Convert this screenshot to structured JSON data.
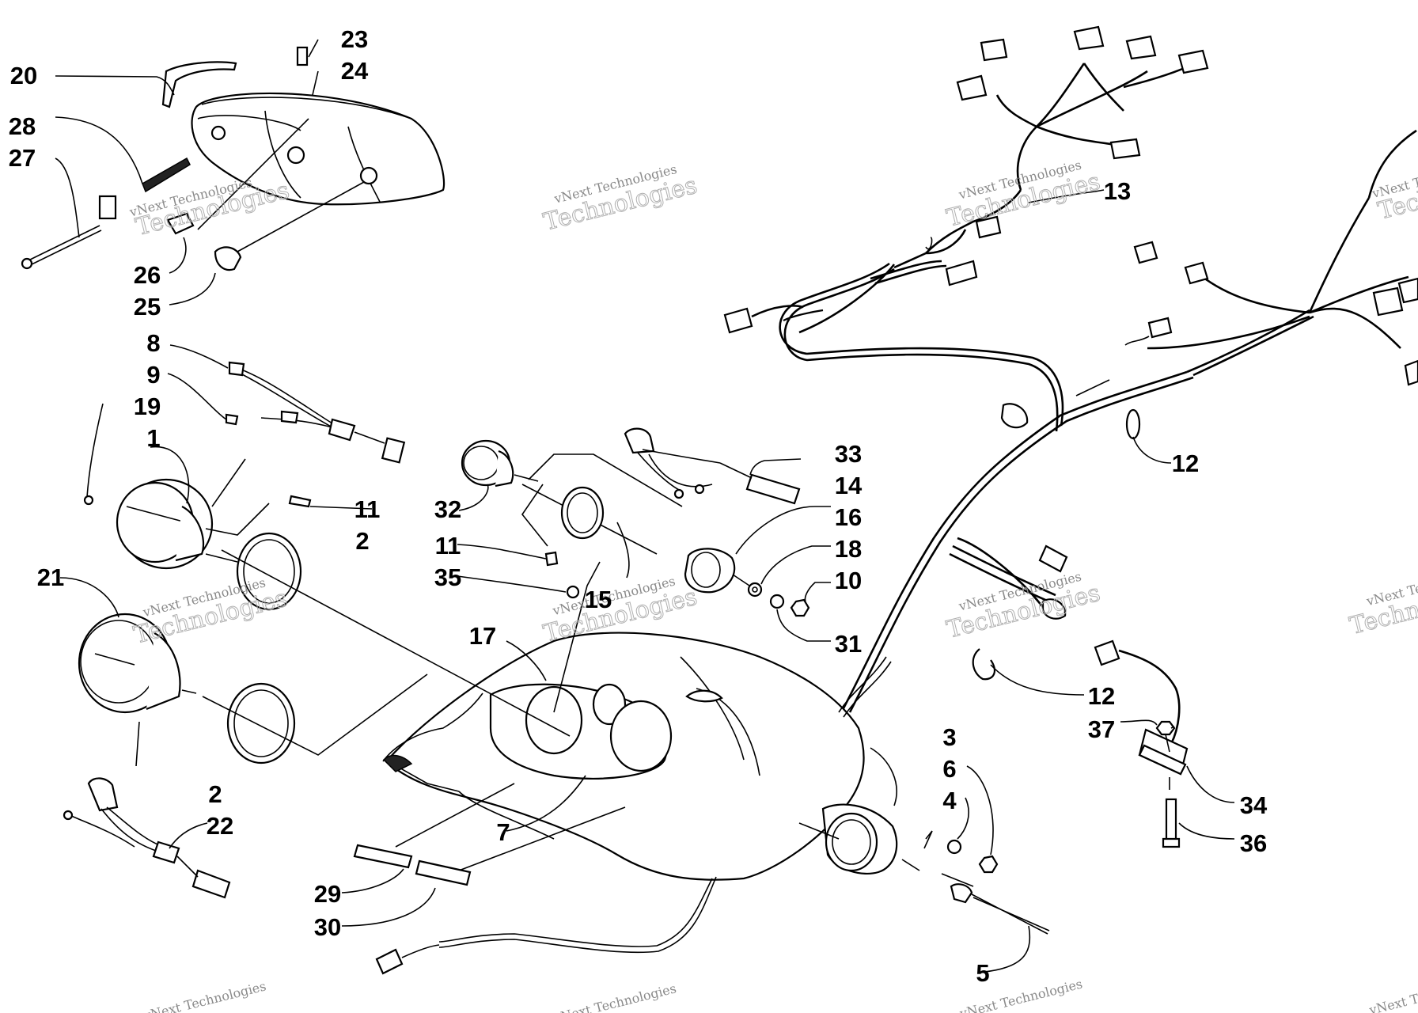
{
  "diagram": {
    "watermark_line1": "vNext Technologies",
    "watermark_line2": "Technologies",
    "callouts": [
      {
        "id": "c20",
        "text": "20"
      },
      {
        "id": "c23",
        "text": "23"
      },
      {
        "id": "c24",
        "text": "24"
      },
      {
        "id": "c28",
        "text": "28"
      },
      {
        "id": "c27",
        "text": "27"
      },
      {
        "id": "c26",
        "text": "26"
      },
      {
        "id": "c25",
        "text": "25"
      },
      {
        "id": "c8",
        "text": "8"
      },
      {
        "id": "c9",
        "text": "9"
      },
      {
        "id": "c19",
        "text": "19"
      },
      {
        "id": "c1",
        "text": "1"
      },
      {
        "id": "c11a",
        "text": "11"
      },
      {
        "id": "c2a",
        "text": "2"
      },
      {
        "id": "c21",
        "text": "21"
      },
      {
        "id": "c2b",
        "text": "2"
      },
      {
        "id": "c22",
        "text": "22"
      },
      {
        "id": "c29",
        "text": "29"
      },
      {
        "id": "c30",
        "text": "30"
      },
      {
        "id": "c7",
        "text": "7"
      },
      {
        "id": "c17",
        "text": "17"
      },
      {
        "id": "c15",
        "text": "15"
      },
      {
        "id": "c32",
        "text": "32"
      },
      {
        "id": "c11b",
        "text": "11"
      },
      {
        "id": "c35",
        "text": "35"
      },
      {
        "id": "c33",
        "text": "33"
      },
      {
        "id": "c14",
        "text": "14"
      },
      {
        "id": "c16",
        "text": "16"
      },
      {
        "id": "c18",
        "text": "18"
      },
      {
        "id": "c10",
        "text": "10"
      },
      {
        "id": "c31",
        "text": "31"
      },
      {
        "id": "c13",
        "text": "13"
      },
      {
        "id": "c12a",
        "text": "12"
      },
      {
        "id": "c12b",
        "text": "12"
      },
      {
        "id": "c37",
        "text": "37"
      },
      {
        "id": "c34",
        "text": "34"
      },
      {
        "id": "c36",
        "text": "36"
      },
      {
        "id": "c3",
        "text": "3"
      },
      {
        "id": "c6",
        "text": "6"
      },
      {
        "id": "c4",
        "text": "4"
      },
      {
        "id": "c5",
        "text": "5"
      }
    ]
  }
}
